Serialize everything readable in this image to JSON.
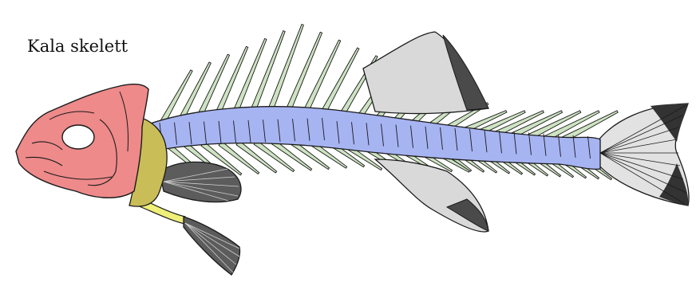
{
  "title": "Kala skelett",
  "colors": {
    "skull": "#ee8a8a",
    "shoulder_girdle": "#c9bd58",
    "pelvic_bone": "#eef07a",
    "vertebral_column": "#a7b4f2",
    "ribs_and_spines": "#cde3c2",
    "fin_rays": "#8c8c8c",
    "outline": "#1a1a1a"
  },
  "parts": [
    "skull",
    "shoulder-girdle",
    "pelvic-bone",
    "vertebral-column",
    "neural-spines",
    "ribs",
    "dorsal-fin",
    "anal-fin",
    "pectoral-fin",
    "pelvic-fin",
    "tail-fin"
  ]
}
